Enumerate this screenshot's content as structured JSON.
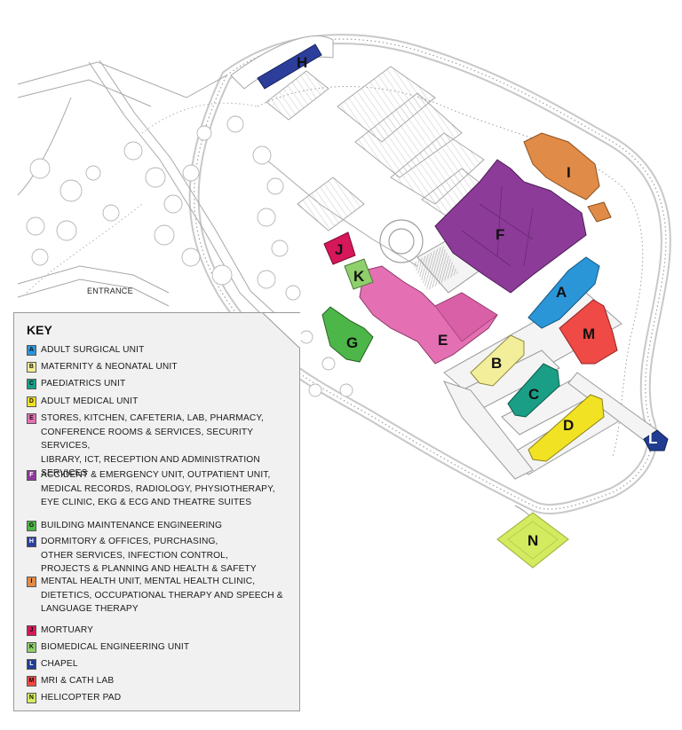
{
  "map": {
    "entrance_label": "ENTRANCE",
    "buildings": [
      {
        "letter": "A",
        "color": "#2a96d8"
      },
      {
        "letter": "B",
        "color": "#f3ee9a"
      },
      {
        "letter": "C",
        "color": "#1a9f86"
      },
      {
        "letter": "D",
        "color": "#f2e224"
      },
      {
        "letter": "E",
        "color": "#e46fb3"
      },
      {
        "letter": "F",
        "color": "#8c3b98"
      },
      {
        "letter": "G",
        "color": "#4db648"
      },
      {
        "letter": "H",
        "color": "#2c3e9a"
      },
      {
        "letter": "I",
        "color": "#e08b47"
      },
      {
        "letter": "J",
        "color": "#d6175a"
      },
      {
        "letter": "K",
        "color": "#8fcf6c"
      },
      {
        "letter": "L",
        "color": "#203d92"
      },
      {
        "letter": "M",
        "color": "#ef4a45"
      },
      {
        "letter": "N",
        "color": "#d3eb5e"
      }
    ]
  },
  "key": {
    "title": "KEY",
    "items": [
      {
        "letter": "A",
        "color": "#2a96d8",
        "label": "ADULT SURGICAL UNIT"
      },
      {
        "letter": "B",
        "color": "#f3ee9a",
        "label": "MATERNITY & NEONATAL UNIT"
      },
      {
        "letter": "C",
        "color": "#1a9f86",
        "label": "PAEDIATRICS UNIT"
      },
      {
        "letter": "D",
        "color": "#f2e224",
        "label": "ADULT MEDICAL UNIT"
      },
      {
        "letter": "E",
        "color": "#e46fb3",
        "label": "STORES, KITCHEN, CAFETERIA, LAB, PHARMACY,\nCONFERENCE ROOMS & SERVICES, SECURITY SERVICES,\nLIBRARY, ICT, RECEPTION AND ADMINISTRATION\nSERVICES"
      },
      {
        "letter": "F",
        "color": "#8c3b98",
        "label": "ACCIDENT & EMERGENCY UNIT, OUTPATIENT UNIT,\nMEDICAL RECORDS, RADIOLOGY, PHYSIOTHERAPY,\nEYE CLINIC, EKG & ECG AND THEATRE SUITES"
      },
      {
        "letter": "G",
        "color": "#4db648",
        "label": "BUILDING MAINTENANCE ENGINEERING"
      },
      {
        "letter": "H",
        "color": "#2c3e9a",
        "label": "DORMITORY & OFFICES, PURCHASING,\nOTHER SERVICES, INFECTION CONTROL,\nPROJECTS & PLANNING AND HEALTH & SAFETY"
      },
      {
        "letter": "I",
        "color": "#e08b47",
        "label": "MENTAL HEALTH UNIT, MENTAL HEALTH CLINIC,\nDIETETICS, OCCUPATIONAL THERAPY AND SPEECH &\nLANGUAGE THERAPY"
      },
      {
        "letter": "J",
        "color": "#d6175a",
        "label": "MORTUARY"
      },
      {
        "letter": "K",
        "color": "#8fcf6c",
        "label": "BIOMEDICAL ENGINEERING UNIT"
      },
      {
        "letter": "L",
        "color": "#203d92",
        "label": "CHAPEL"
      },
      {
        "letter": "M",
        "color": "#ef4a45",
        "label": "MRI & CATH LAB"
      },
      {
        "letter": "N",
        "color": "#d3eb5e",
        "label": "HELICOPTER PAD"
      }
    ]
  }
}
